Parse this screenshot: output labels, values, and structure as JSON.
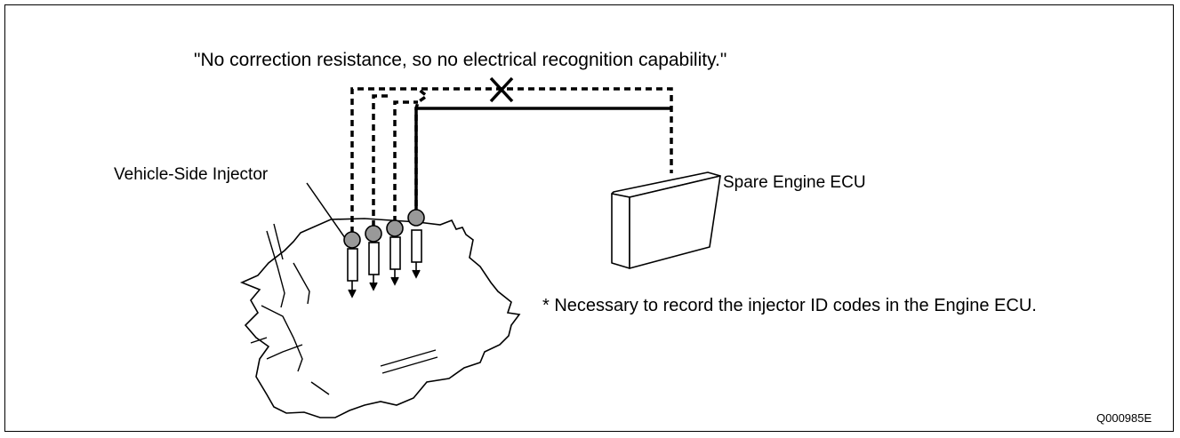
{
  "diagram": {
    "caption": "\"No correction resistance, so no electrical recognition capability.\"",
    "injector_label": "Vehicle-Side Injector",
    "ecu_label": "Spare Engine ECU",
    "note": "* Necessary to record the injector ID codes in the Engine ECU.",
    "figure_code": "Q000985E",
    "connection_status": "not recognized (X)",
    "injector_count": 4
  }
}
